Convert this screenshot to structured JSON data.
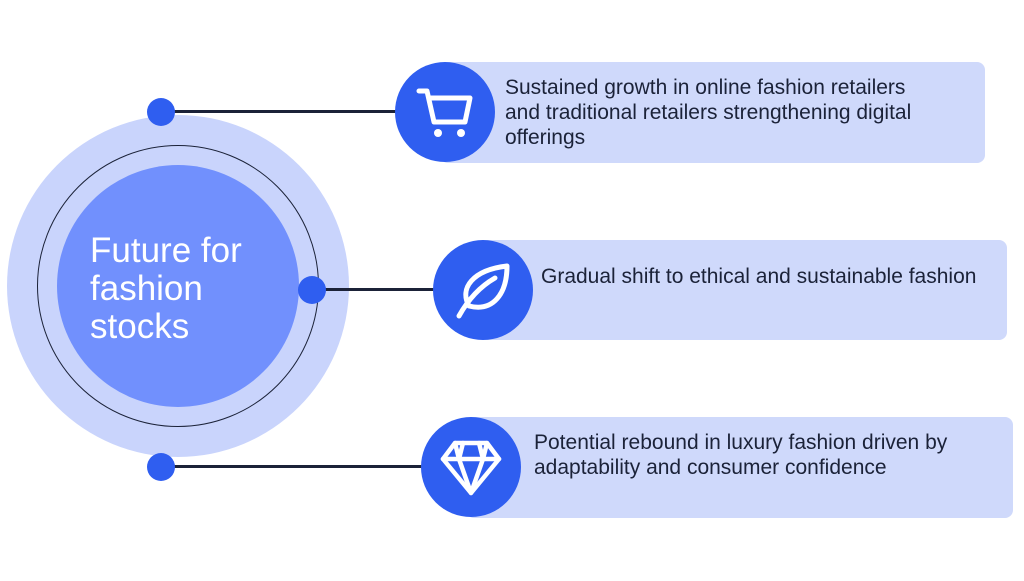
{
  "center": {
    "title": "Future for fashion stocks"
  },
  "items": [
    {
      "icon": "shopping-cart-icon",
      "text": "Sustained growth in online fashion retailers and traditional retailers strengthening digital offerings"
    },
    {
      "icon": "leaf-icon",
      "text": "Gradual shift to ethical and sustainable fashion"
    },
    {
      "icon": "diamond-icon",
      "text": "Potential rebound in luxury fashion driven by adaptability and consumer confidence"
    }
  ],
  "colors": {
    "accent": "#2f5ef0",
    "center_fill": "#7190fd",
    "outer_ring": "#c9d4fc",
    "card_fill": "#cfd9fb",
    "text": "#1b2238"
  }
}
